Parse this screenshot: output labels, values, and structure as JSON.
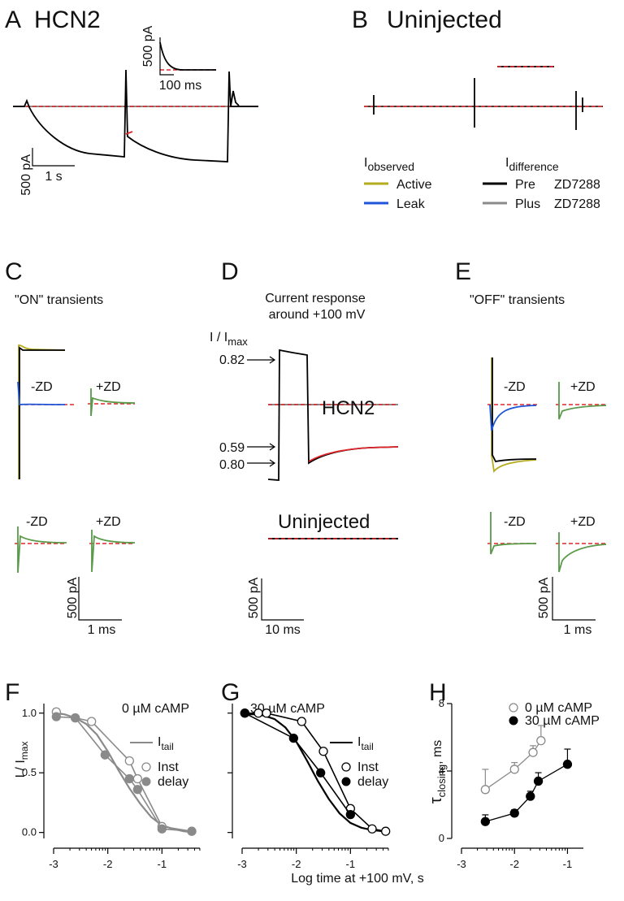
{
  "colors": {
    "active": "#b5ab1e",
    "leak": "#1f55d8",
    "pre": "#000000",
    "plus": "#8a8a8a",
    "fit": "#e0262b",
    "zero": "#e0262b",
    "grayData": "#8a8a8a",
    "blackData": "#000000"
  },
  "panels": {
    "A": {
      "letter": "A",
      "title": "HCN2",
      "scale_y": "500 pA",
      "scale_x": "1 s",
      "inset_y": "500 pA",
      "inset_x": "100 ms"
    },
    "B": {
      "letter": "B",
      "title": "Uninjected",
      "legend": {
        "obs_head": "I",
        "obs_sub": "observed",
        "diff_head": "I",
        "diff_sub": "difference",
        "active": "Active",
        "leak": "Leak",
        "pre": "Pre",
        "plus": "Plus",
        "drug1": "ZD7288",
        "drug2": "ZD7288"
      }
    },
    "C": {
      "letter": "C",
      "title": "\"ON\" transients",
      "minus_zd": "-ZD",
      "plus_zd": "+ZD",
      "minus_zd2": "-ZD",
      "plus_zd2": "+ZD",
      "scale_y": "500 pA",
      "scale_x": "1 ms"
    },
    "D": {
      "letter": "D",
      "title1": "Current response",
      "title2": "around +100 mV",
      "ylab_main": "I / I",
      "ylab_sub": "max",
      "mark1": "0.82",
      "mark2": "0.59",
      "mark3": "0.80",
      "hcn2": "HCN2",
      "uninjected": "Uninjected",
      "scale_y": "500 pA",
      "scale_x": "10 ms"
    },
    "E": {
      "letter": "E",
      "title": "\"OFF\" transients",
      "minus_zd": "-ZD",
      "plus_zd": "+ZD",
      "minus_zd2": "-ZD",
      "plus_zd2": "+ZD",
      "scale_y": "500 pA",
      "scale_x": "1 ms"
    },
    "F": {
      "letter": "F",
      "title": "0 µM cAMP",
      "ylabel_main": "I / I",
      "ylabel_sub": "max",
      "leg_tail": "I",
      "leg_tail_sub": "tail",
      "leg_inst": "Inst",
      "leg_delay": "delay"
    },
    "G": {
      "letter": "G",
      "title": "30 µM cAMP",
      "leg_tail": "I",
      "leg_tail_sub": "tail",
      "leg_inst": "Inst",
      "leg_delay": "delay"
    },
    "H": {
      "letter": "H",
      "ylabel_main": "τ",
      "ylabel_sub": "closing",
      "ylabel_unit": ", ms",
      "leg1": "0 µM cAMP",
      "leg2": "30 µM cAMP"
    },
    "xlabel": "Log time at +100 mV, s"
  },
  "chart_data": [
    {
      "type": "line",
      "panel": "F",
      "title": "0 µM cAMP",
      "xlabel": "Log time at +100 mV, s",
      "ylabel": "I / Imax",
      "xlim": [
        -3,
        -0.3
      ],
      "ylim": [
        -0.05,
        1.08
      ],
      "xticks": [
        -3,
        -2,
        -1
      ],
      "xtick_labels": [
        "-3",
        "-2",
        "-1"
      ],
      "yticks": [
        0,
        0.5,
        1.0
      ],
      "ytick_labels": [
        "0.0",
        "0.5",
        "1.0"
      ],
      "series": [
        {
          "name": "Itail",
          "kind": "curve",
          "color": "#8a8a8a",
          "x": [
            -3,
            -2.8,
            -2.6,
            -2.4,
            -2.2,
            -2.0,
            -1.8,
            -1.6,
            -1.4,
            -1.2,
            -1.0,
            -0.8,
            -0.6,
            -0.4
          ],
          "y": [
            1.0,
            0.99,
            0.96,
            0.91,
            0.82,
            0.68,
            0.52,
            0.37,
            0.24,
            0.13,
            0.06,
            0.03,
            0.01,
            0.0
          ]
        },
        {
          "name": "Inst",
          "kind": "open",
          "color": "#8a8a8a",
          "x": [
            -2.95,
            -2.6,
            -2.3,
            -1.6,
            -1.45,
            -1.0,
            -0.45
          ],
          "y": [
            1.01,
            0.96,
            0.93,
            0.6,
            0.45,
            0.05,
            0.01
          ]
        },
        {
          "name": "delay",
          "kind": "filled",
          "color": "#8a8a8a",
          "x": [
            -2.95,
            -2.6,
            -2.05,
            -1.6,
            -1.45,
            -1.0,
            -0.45
          ],
          "y": [
            0.97,
            0.96,
            0.65,
            0.45,
            0.36,
            0.03,
            0.01
          ]
        }
      ]
    },
    {
      "type": "line",
      "panel": "G",
      "title": "30 µM cAMP",
      "xlabel": "Log time at +100 mV, s",
      "xlim": [
        -3,
        -0.3
      ],
      "ylim": [
        -0.05,
        1.08
      ],
      "xticks": [
        -3,
        -2,
        -1
      ],
      "xtick_labels": [
        "-3",
        "-2",
        "-1"
      ],
      "series": [
        {
          "name": "Itail",
          "kind": "curve",
          "color": "#000000",
          "x": [
            -3,
            -2.8,
            -2.6,
            -2.4,
            -2.2,
            -2.0,
            -1.8,
            -1.6,
            -1.4,
            -1.2,
            -1.0,
            -0.8,
            -0.6,
            -0.4
          ],
          "y": [
            0.99,
            0.99,
            0.98,
            0.95,
            0.88,
            0.76,
            0.6,
            0.43,
            0.28,
            0.16,
            0.08,
            0.04,
            0.02,
            0.01
          ]
        },
        {
          "name": "Inst",
          "kind": "open",
          "color": "#000000",
          "x": [
            -2.95,
            -2.7,
            -2.55,
            -1.9,
            -1.5,
            -1.0,
            -0.6,
            -0.35
          ],
          "y": [
            1.0,
            1.0,
            1.0,
            0.93,
            0.68,
            0.2,
            0.03,
            0.01
          ]
        },
        {
          "name": "delay",
          "kind": "filled",
          "color": "#000000",
          "x": [
            -2.95,
            -2.05,
            -1.55,
            -1.0
          ],
          "y": [
            1.0,
            0.79,
            0.5,
            0.15
          ]
        }
      ]
    },
    {
      "type": "scatter",
      "panel": "H",
      "xlabel": "Log time at +100 mV, s",
      "ylabel": "τclosing, ms",
      "xlim": [
        -3,
        -0.7
      ],
      "ylim": [
        0,
        8
      ],
      "xticks": [
        -3,
        -2,
        -1
      ],
      "xtick_labels": [
        "-3",
        "-2",
        "-1"
      ],
      "yticks": [
        0,
        4,
        8
      ],
      "ytick_labels": [
        "0",
        "4",
        "8"
      ],
      "series": [
        {
          "name": "0 µM cAMP",
          "kind": "open",
          "color": "#8a8a8a",
          "x": [
            -2.55,
            -2.0,
            -1.65,
            -1.5
          ],
          "y": [
            2.9,
            4.1,
            5.1,
            5.8
          ],
          "err": [
            1.2,
            0.4,
            0.4,
            0.9
          ]
        },
        {
          "name": "30 µM cAMP",
          "kind": "filled",
          "color": "#000000",
          "x": [
            -2.55,
            -2.0,
            -1.7,
            -1.55,
            -1.0
          ],
          "y": [
            1.0,
            1.5,
            2.5,
            3.4,
            4.4
          ],
          "err": [
            0.4,
            0.2,
            0.3,
            0.5,
            0.9
          ]
        }
      ]
    }
  ]
}
